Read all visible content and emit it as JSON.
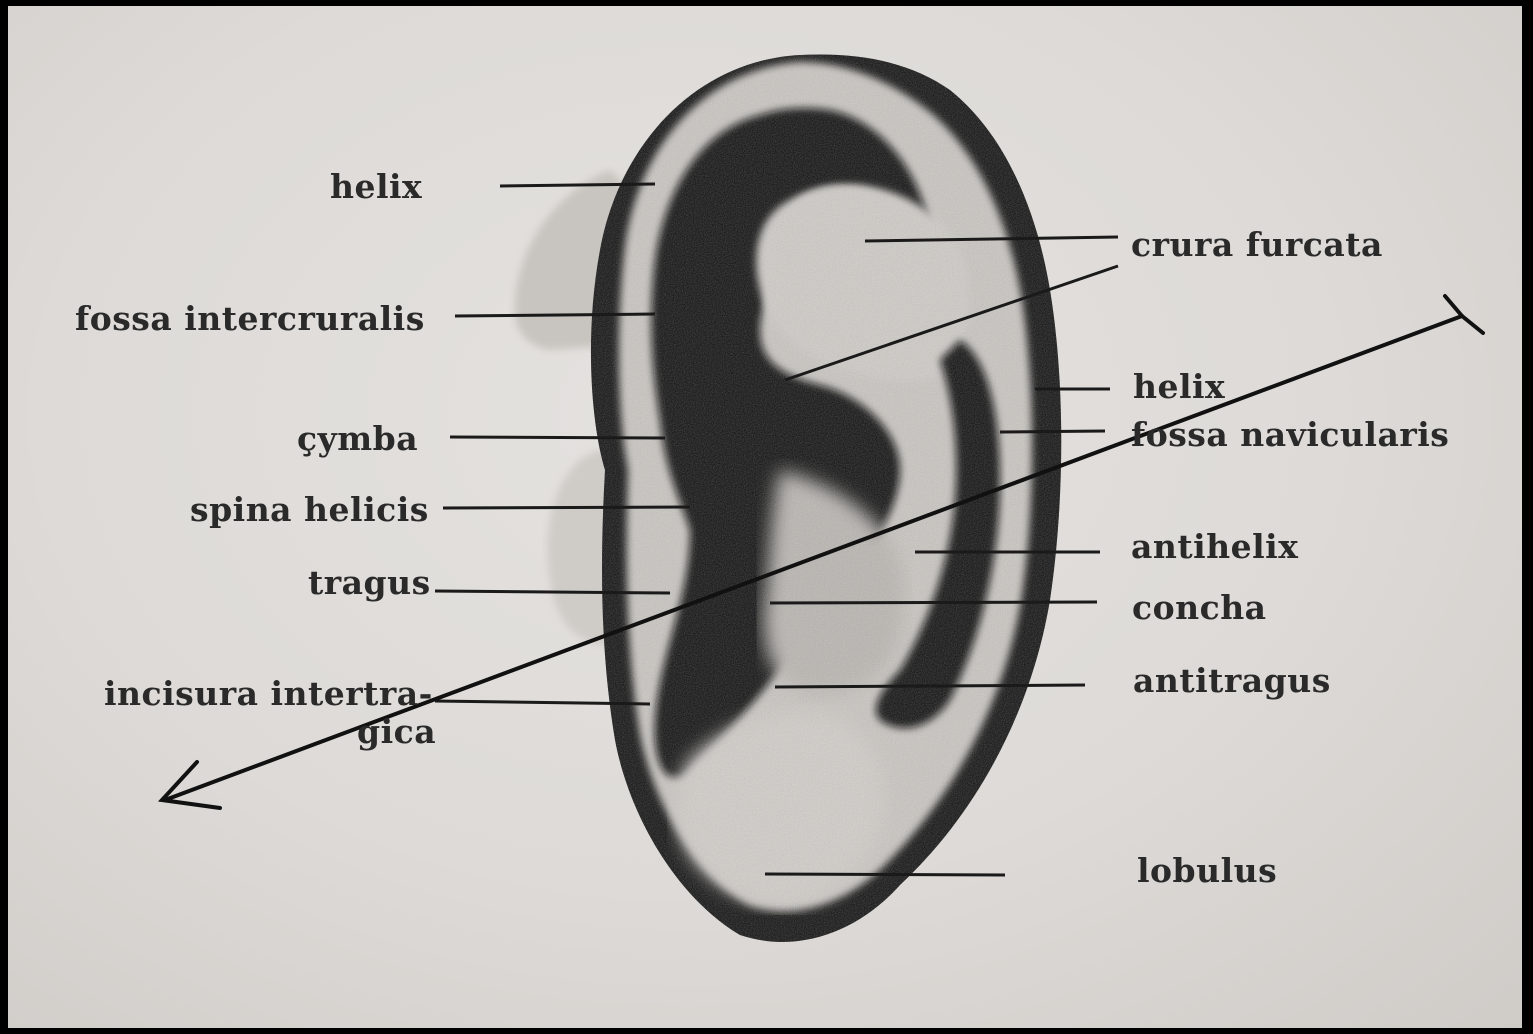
{
  "labels_left": {
    "helix": "helix",
    "fossa_intercruralis": "fossa intercruralis",
    "cymba": "çymba",
    "spina_helicis": "spina helicis",
    "tragus": "tragus",
    "incisura_line1": "incisura intertra-",
    "incisura_line2": "gica"
  },
  "labels_right": {
    "crura_furcata": "crura furcata",
    "helix": "helix",
    "fossa_navicularis": "fossa navicularis",
    "antihelix": "antihelix",
    "concha": "concha",
    "antitragus": "antitragus",
    "lobulus": "lobulus"
  },
  "colors": {
    "background": "#dddad7",
    "ink": "#1a1a1a",
    "skin": "#d2cfcb",
    "dark": "#0c0c0c"
  }
}
